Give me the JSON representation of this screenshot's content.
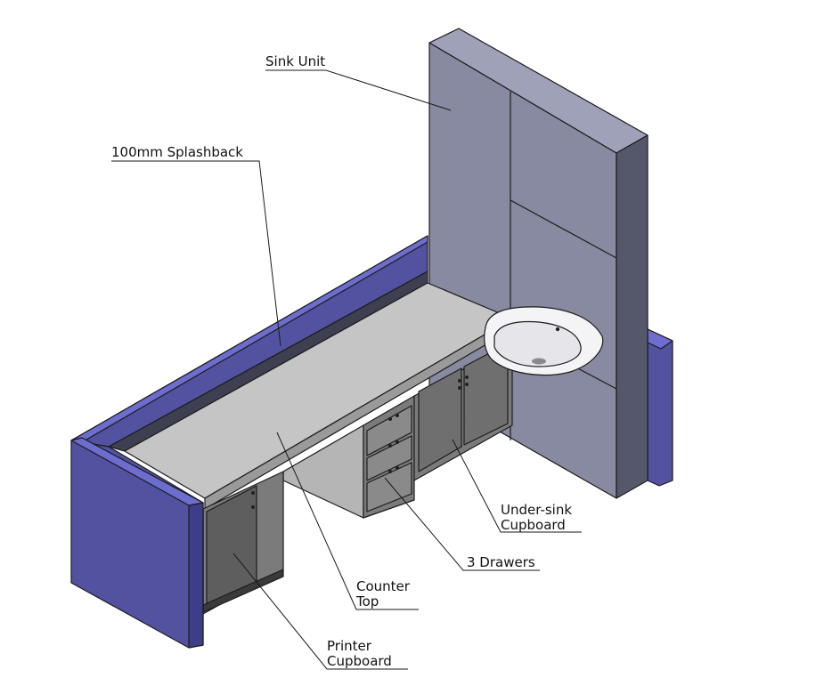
{
  "labels": {
    "sink_unit": "Sink Unit",
    "splashback": "100mm Splashback",
    "under_sink_line1": "Under-sink",
    "under_sink_line2": "Cupboard",
    "drawers": "3 Drawers",
    "counter_line1": "Counter",
    "counter_line2": "Top",
    "printer_line1": "Printer",
    "printer_line2": "Cupboard"
  },
  "colors": {
    "wall_blue_front": "#5252a0",
    "wall_blue_top": "#6d6dcf",
    "panel_grey_front": "#878aa0",
    "panel_grey_top": "#9ea1b8",
    "panel_grey_side": "#55586a",
    "counter_top": "#c5c5c5",
    "cabinet": "#7b7b7b",
    "cabinet_dark": "#5e5e5e",
    "basin": "#f4f4f6"
  }
}
